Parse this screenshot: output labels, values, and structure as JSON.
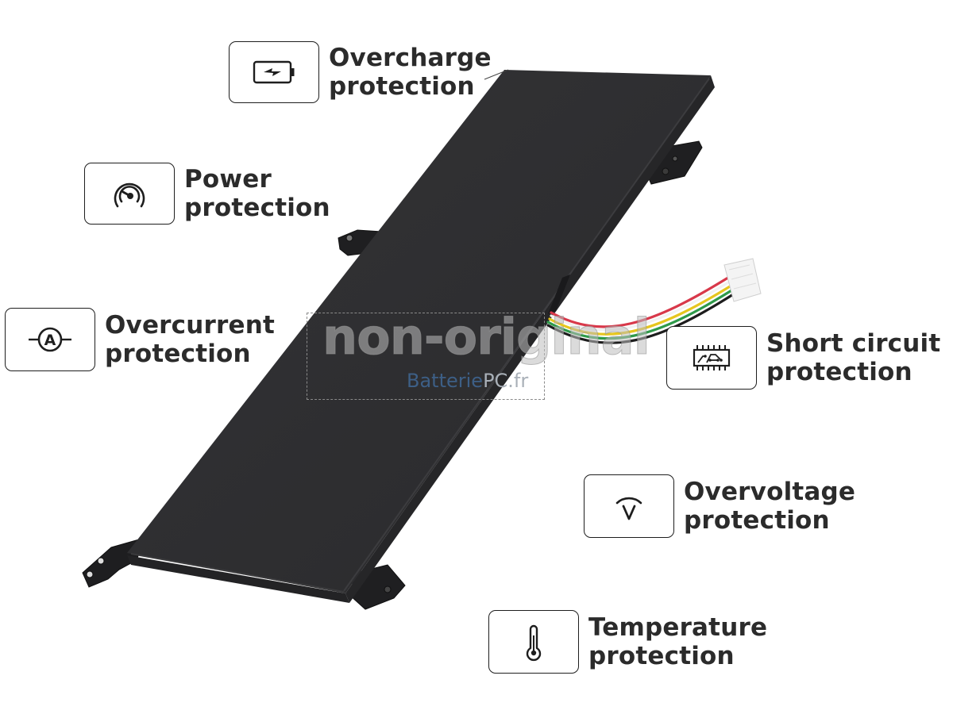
{
  "product": {
    "type": "laptop battery",
    "colors": {
      "body": "#2f2f31",
      "edge": "#232325",
      "background": "#ffffff",
      "text": "#2b2b2b",
      "icon_border": "#1e1e1e"
    },
    "cable_wire_colors": [
      "#d8384a",
      "#f2f2f2",
      "#e6c61e",
      "#2f9a4a",
      "#1d1d1d"
    ]
  },
  "features": [
    {
      "id": "overcharge",
      "icon": "battery-charging-icon",
      "line1": "Overcharge",
      "line2": "protection"
    },
    {
      "id": "power",
      "icon": "gauge-icon",
      "line1": "Power",
      "line2": "protection"
    },
    {
      "id": "overcurrent",
      "icon": "ammeter-icon",
      "line1": "Overcurrent",
      "line2": "protection"
    },
    {
      "id": "short-circuit",
      "icon": "circuit-chip-icon",
      "line1": "Short circuit",
      "line2": "protection"
    },
    {
      "id": "overvoltage",
      "icon": "voltage-icon",
      "line1": "Overvoltage",
      "line2": "protection"
    },
    {
      "id": "temperature",
      "icon": "thermometer-icon",
      "line1": "Temperature",
      "line2": "protection"
    }
  ],
  "watermark": {
    "main": "non-original",
    "site_part1": "Batterie",
    "site_part2": "PC.fr"
  }
}
